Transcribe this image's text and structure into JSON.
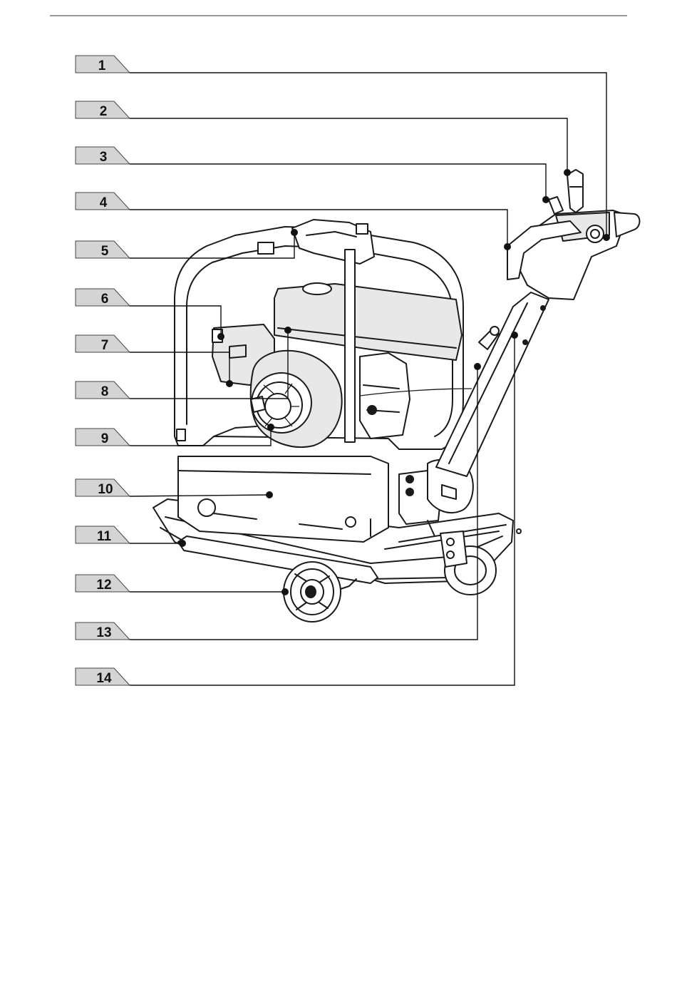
{
  "callouts": [
    {
      "label": "1"
    },
    {
      "label": "2"
    },
    {
      "label": "3"
    },
    {
      "label": "4"
    },
    {
      "label": "5"
    },
    {
      "label": "6"
    },
    {
      "label": "7"
    },
    {
      "label": "8"
    },
    {
      "label": "9"
    },
    {
      "label": "10"
    },
    {
      "label": "11"
    },
    {
      "label": "12"
    },
    {
      "label": "13"
    },
    {
      "label": "14"
    }
  ],
  "colors": {
    "tag_fill": "#d4d4d4",
    "line": "#111111",
    "background": "#ffffff"
  }
}
